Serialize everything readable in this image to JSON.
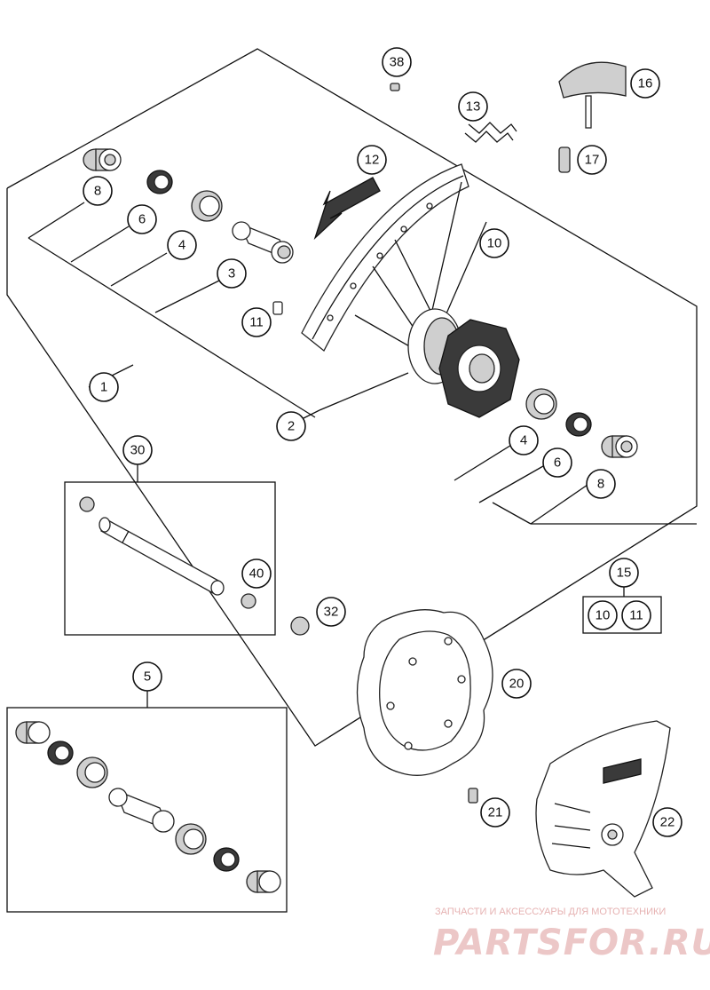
{
  "callouts": {
    "c1": "1",
    "c2": "2",
    "c3": "3",
    "c4a": "4",
    "c4b": "4",
    "c5": "5",
    "c6a": "6",
    "c6b": "6",
    "c8a": "8",
    "c8b": "8",
    "c10a": "10",
    "c10b": "10",
    "c11a": "11",
    "c11b": "11",
    "c12": "12",
    "c13": "13",
    "c15": "15",
    "c16": "16",
    "c17": "17",
    "c20": "20",
    "c21": "21",
    "c22": "22",
    "c30": "30",
    "c32": "32",
    "c38": "38",
    "c40": "40"
  },
  "watermark": {
    "tagline": "ЗАПЧАСТИ И АКСЕССУАРЫ ДЛЯ МОТОТЕХНИКИ",
    "brand": "PARTSFOR.RU"
  }
}
